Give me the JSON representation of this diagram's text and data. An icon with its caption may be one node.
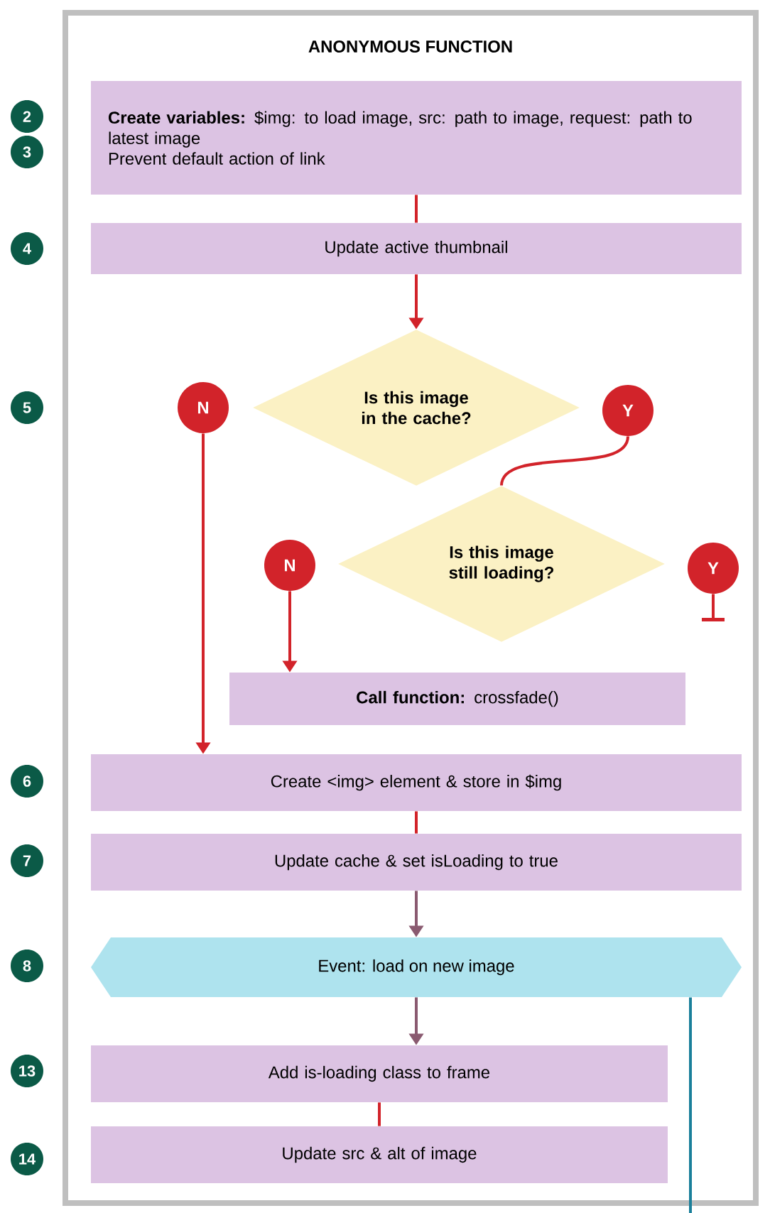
{
  "diagram": {
    "nodes": [
      {
        "text": [
          "ANONYMOUS FUNCTION"
        ]
      },
      {
        "text": [
          "**Create variables:** $img: to load image, src: path to image, request: path to latest image",
          "Prevent default action of link"
        ],
        "in": 0
      },
      {
        "text": [
          "Update active thumbnail"
        ],
        "in": 0
      },
      {
        "text": [
          "Is this image in the cache?"
        ],
        "in": 0
      },
      {
        "text": [
          "N"
        ],
        "in": 0
      },
      {
        "text": [
          "Y"
        ],
        "in": 0
      },
      {
        "text": [
          "Is this image still loading?"
        ],
        "in": 0
      },
      {
        "text": [
          "N"
        ],
        "in": 0
      },
      {
        "text": [
          "Y"
        ],
        "in": 0
      },
      {
        "text": [
          "**Call function:** crossfade()"
        ],
        "in": 0
      },
      {
        "text": [
          "Create <img> element & store in $img"
        ],
        "in": 0
      },
      {
        "text": [
          "Update cache & set isLoading to true"
        ],
        "in": 0
      },
      {
        "text": [
          "Event: load on new image"
        ],
        "in": 0
      },
      {
        "text": [
          "Add is-loading class to frame"
        ],
        "in": 0
      },
      {
        "text": [
          "Update src & alt of image"
        ],
        "in": 0
      }
    ],
    "edges": [
      {
        "from": 1,
        "to": 2,
        "arrow": "none"
      },
      {
        "from": 2,
        "to": 3,
        "arrow": "to"
      },
      {
        "from": 4,
        "to": 10,
        "arrow": "to"
      },
      {
        "from": 5,
        "to": 6,
        "arrow": "none"
      },
      {
        "from": 7,
        "to": 9,
        "arrow": "to"
      },
      {
        "from": 8,
        "to": null,
        "arrow": "none"
      },
      {
        "from": 10,
        "to": 11,
        "arrow": "none"
      },
      {
        "from": 11,
        "to": 12,
        "arrow": "to",
        "color": "#8a5a70"
      },
      {
        "from": 12,
        "to": 13,
        "arrow": "to",
        "color": "#8a5a70"
      },
      {
        "from": 13,
        "to": 14,
        "arrow": "none"
      },
      {
        "from": 12,
        "to": null,
        "arrow": "none",
        "color": "#1a7f9a"
      }
    ],
    "labels": [
      "2",
      "3",
      "4",
      "5",
      "6",
      "7",
      "8",
      "13",
      "14"
    ]
  }
}
